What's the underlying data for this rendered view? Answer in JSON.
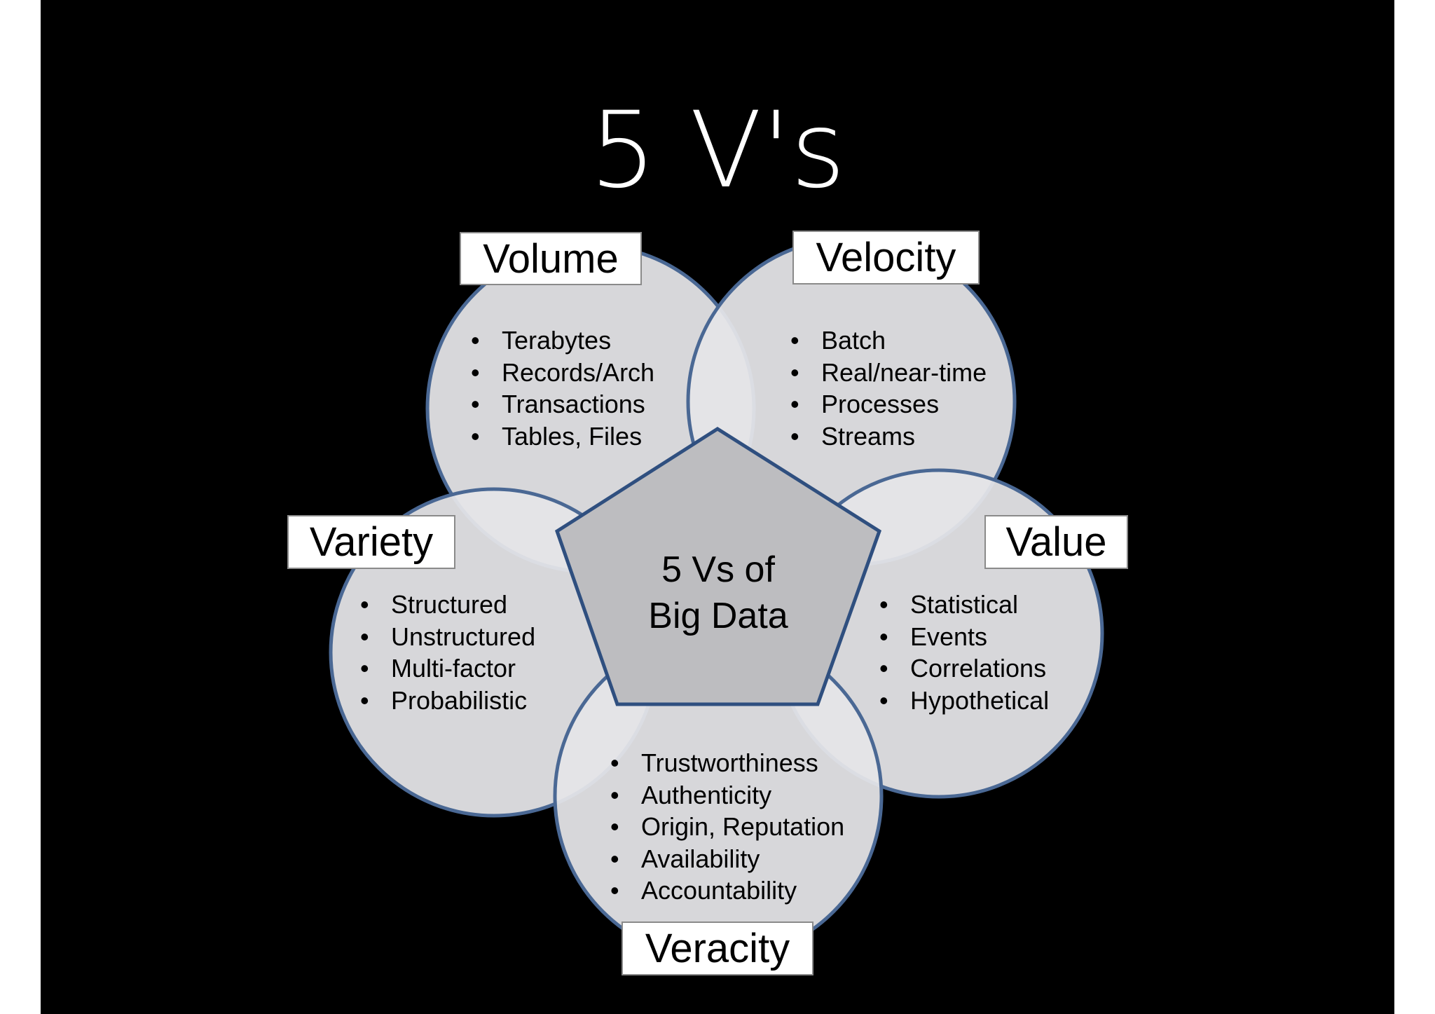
{
  "title": "5 V's",
  "center": {
    "line1": "5 Vs of",
    "line2": "Big Data"
  },
  "colors": {
    "background": "#000000",
    "circle_fill": "#e4e4e8",
    "circle_stroke": "#4a6894",
    "pentagon_fill": "#bdbdc0"
  },
  "volume": {
    "label": "Volume",
    "items": [
      "Terabytes",
      "Records/Arch",
      "Transactions",
      "Tables, Files"
    ]
  },
  "velocity": {
    "label": "Velocity",
    "items": [
      "Batch",
      "Real/near-time",
      "Processes",
      "Streams"
    ]
  },
  "variety": {
    "label": "Variety",
    "items": [
      "Structured",
      "Unstructured",
      "Multi-factor",
      "Probabilistic"
    ]
  },
  "value": {
    "label": "Value",
    "items": [
      "Statistical",
      "Events",
      "Correlations",
      "Hypothetical"
    ]
  },
  "veracity": {
    "label": "Veracity",
    "items": [
      "Trustworthiness",
      "Authenticity",
      "Origin, Reputation",
      "Availability",
      "Accountability"
    ]
  }
}
